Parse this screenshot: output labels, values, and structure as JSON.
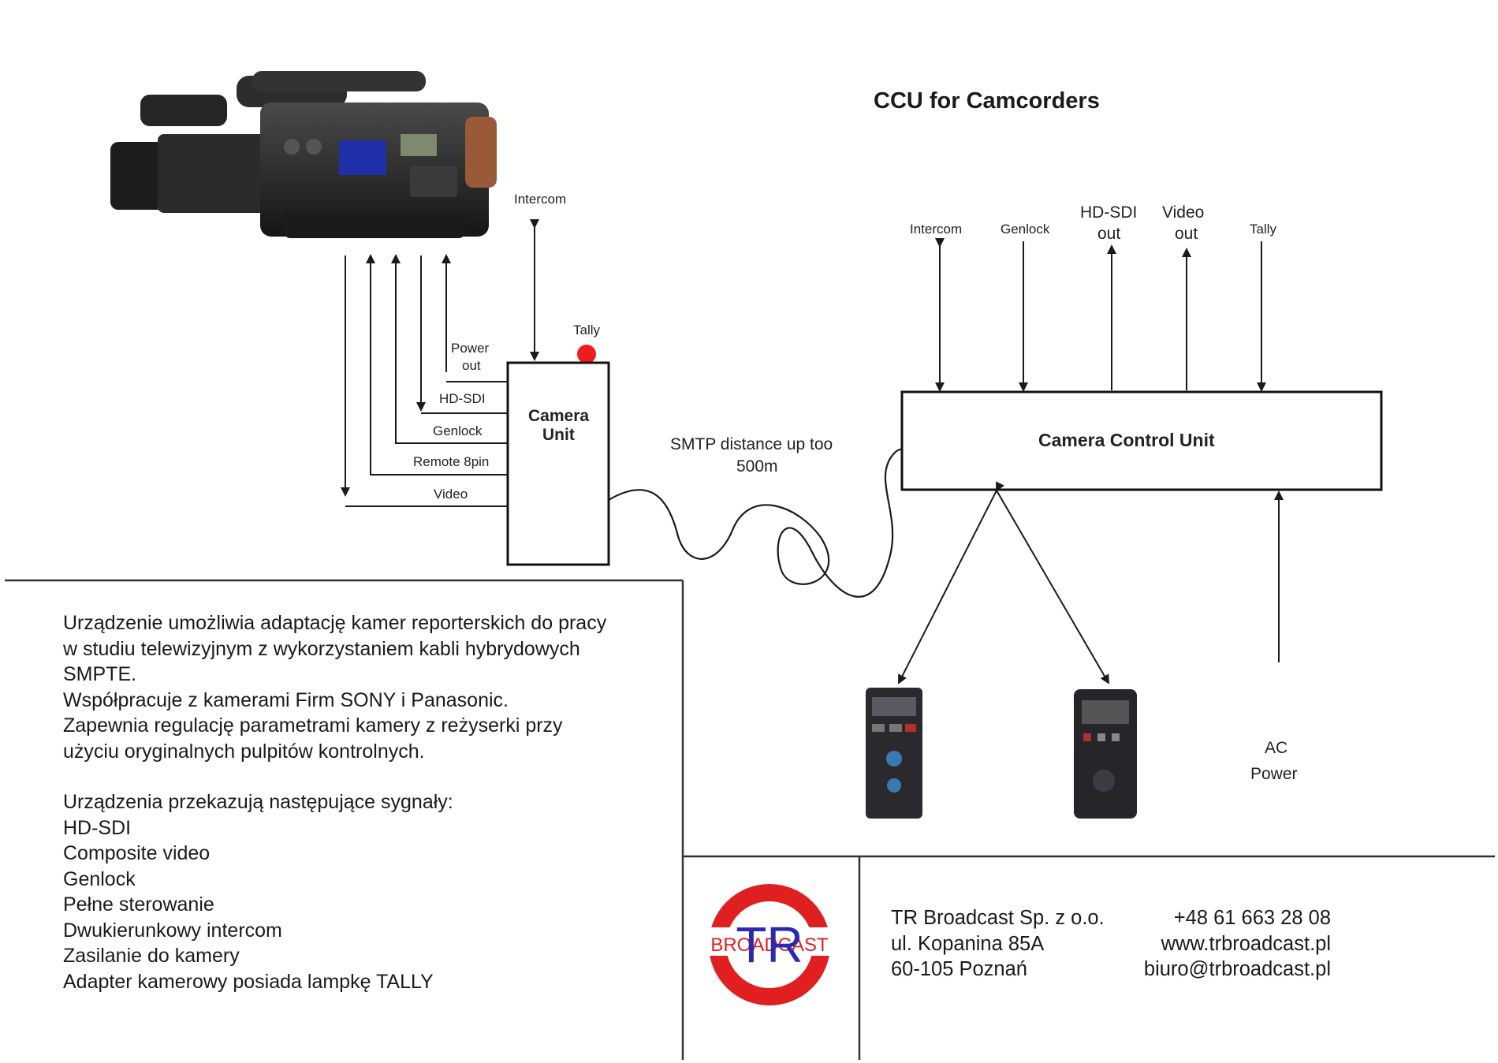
{
  "diagram": {
    "title": "CCU for Camcorders",
    "camera_connections": {
      "intercom": "Intercom",
      "tally": "Tally",
      "power_out": [
        "Power",
        "out"
      ],
      "hd_sdi": "HD-SDI",
      "genlock": "Genlock",
      "remote": "Remote 8pin",
      "video": "Video"
    },
    "camera_unit": [
      "Camera",
      "Unit"
    ],
    "cable": [
      "SMTP  distance up too",
      "500m"
    ],
    "ccu": {
      "label": "Camera Control Unit",
      "outputs": {
        "intercom": "Intercom",
        "genlock": "Genlock",
        "hd_sdi": [
          "HD-SDI",
          "out"
        ],
        "video": [
          "Video",
          "out"
        ],
        "tally": "Tally"
      },
      "ac_power": [
        "AC",
        "Power"
      ]
    },
    "colors": {
      "tally": "#ee1c1c",
      "logo_red": "#e02020",
      "logo_blue": "#2a2ab0"
    }
  },
  "description": {
    "lines": [
      "Urządzenie umożliwia adaptację kamer reporterskich do pracy",
      "w studiu telewizyjnym z wykorzystaniem kabli hybrydowych",
      "SMPTE.",
      "Współpracuje z kamerami Firm SONY i Panasonic.",
      "Zapewnia regulację parametrami kamery z reżyserki przy",
      "użyciu oryginalnych pulpitów kontrolnych."
    ],
    "signals_heading": "Urządzenia przekazują następujące sygnały:",
    "signals": [
      "HD-SDI",
      "Composite video",
      "Genlock",
      "Pełne sterowanie",
      "Dwukierunkowy intercom",
      "Zasilanie do kamery",
      "Adapter kamerowy posiada lampkę TALLY"
    ]
  },
  "logo": {
    "big": "TR",
    "small": "BROADCAST"
  },
  "contact": {
    "company": "TR Broadcast Sp. z o.o.",
    "street": "ul. Kopanina 85A",
    "city": "60-105 Poznań",
    "phone": "+48 61 663 28 08",
    "web": "www.trbroadcast.pl",
    "email": "biuro@trbroadcast.pl"
  }
}
